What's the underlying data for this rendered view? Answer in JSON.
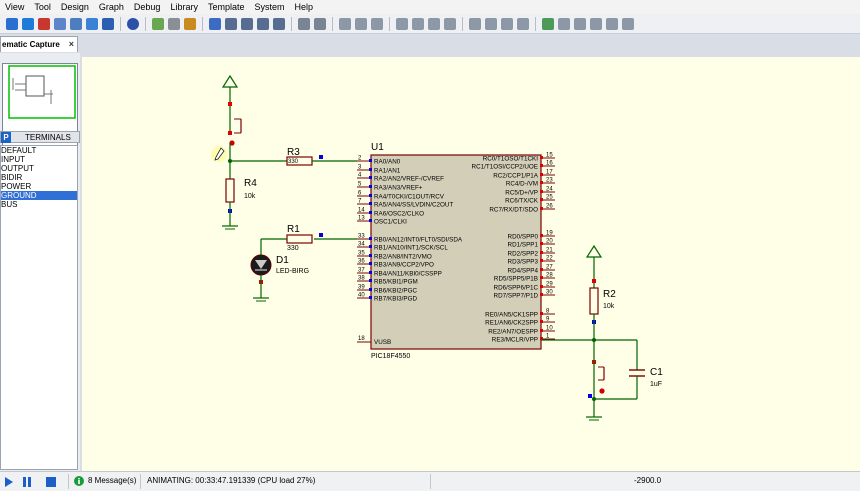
{
  "menu": [
    "View",
    "Tool",
    "Design",
    "Graph",
    "Debug",
    "Library",
    "Template",
    "System",
    "Help"
  ],
  "tab": {
    "label": "ematic Capture",
    "close": "×"
  },
  "terminals": {
    "title": "TERMINALS",
    "icon": "P",
    "items": [
      "DEFAULT",
      "INPUT",
      "OUTPUT",
      "BIDIR",
      "POWER",
      "GROUND",
      "BUS"
    ],
    "selected_index": 5
  },
  "schematic": {
    "mcu_ref": "U1",
    "mcu_part": "PIC18F4550",
    "left_pins": [
      {
        "num": "2",
        "name": "RA0/AN0"
      },
      {
        "num": "3",
        "name": "RA1/AN1"
      },
      {
        "num": "4",
        "name": "RA2/AN2/VREF-/CVREF"
      },
      {
        "num": "5",
        "name": "RA3/AN3/VREF+"
      },
      {
        "num": "6",
        "name": "RA4/T0CKI/C1OUT/RCV"
      },
      {
        "num": "7",
        "name": "RA5/AN4/SS/LVDIN/C2OUT"
      },
      {
        "num": "14",
        "name": "RA6/OSC2/CLKO"
      },
      {
        "num": "13",
        "name": "OSC1/CLKI"
      },
      {
        "num": "33",
        "name": "RB0/AN12/INT0/FLT0/SDI/SDA"
      },
      {
        "num": "34",
        "name": "RB1/AN10/INT1/SCK/SCL"
      },
      {
        "num": "35",
        "name": "RB2/AN8/INT2/VMO"
      },
      {
        "num": "36",
        "name": "RB3/AN9/CCP2/VPO"
      },
      {
        "num": "37",
        "name": "RB4/AN11/KBI0/CSSPP"
      },
      {
        "num": "38",
        "name": "RB5/KBI1/PGM"
      },
      {
        "num": "39",
        "name": "RB6/KBI2/PGC"
      },
      {
        "num": "40",
        "name": "RB7/KBI3/PGD"
      }
    ],
    "right_pins": [
      {
        "num": "15",
        "name": "RC0/T1OSO/T1CKI"
      },
      {
        "num": "16",
        "name": "RC1/T1OSI/CCP2/UOE"
      },
      {
        "num": "17",
        "name": "RC2/CCP1/P1A"
      },
      {
        "num": "23",
        "name": "RC4/D-/VM"
      },
      {
        "num": "24",
        "name": "RC5/D+/VP"
      },
      {
        "num": "25",
        "name": "RC6/TX/CK"
      },
      {
        "num": "26",
        "name": "RC7/RX/DT/SDO"
      },
      {
        "num": "19",
        "name": "RD0/SPP0"
      },
      {
        "num": "20",
        "name": "RD1/SPP1"
      },
      {
        "num": "21",
        "name": "RD2/SPP2"
      },
      {
        "num": "22",
        "name": "RD3/SPP3"
      },
      {
        "num": "27",
        "name": "RD4/SPP4"
      },
      {
        "num": "28",
        "name": "RD5/SPP5/P1B"
      },
      {
        "num": "29",
        "name": "RD6/SPP6/P1C"
      },
      {
        "num": "30",
        "name": "RD7/SPP7/P1D"
      },
      {
        "num": "8",
        "name": "RE0/AN5/CK1SPP"
      },
      {
        "num": "9",
        "name": "RE1/AN6/CK2SPP"
      },
      {
        "num": "10",
        "name": "RE2/AN7/OESPP"
      },
      {
        "num": "1",
        "name": "RE3/MCLR/VPP"
      }
    ],
    "vusb_pin": {
      "num": "18",
      "name": "VUSB"
    },
    "r3": {
      "ref": "R3",
      "value": "330"
    },
    "r4": {
      "ref": "R4",
      "value": "10k"
    },
    "r1": {
      "ref": "R1",
      "value": "330"
    },
    "d1": {
      "ref": "D1",
      "value": "LED-BIRG"
    },
    "r2": {
      "ref": "R2",
      "value": "10k"
    },
    "c1": {
      "ref": "C1",
      "value": "1uF"
    }
  },
  "status": {
    "messages": "8 Message(s)",
    "animating": "ANIMATING: 00:33:47.191339 (CPU load 27%)",
    "coordinate": "-2900.0"
  },
  "colors": {
    "canvas": "#ffffe8",
    "wire": "#006400",
    "component": "#7a0000",
    "mcu_fill": "#d2ceb8",
    "pin_red": "#e00000",
    "pin_blue": "#0000e0"
  }
}
